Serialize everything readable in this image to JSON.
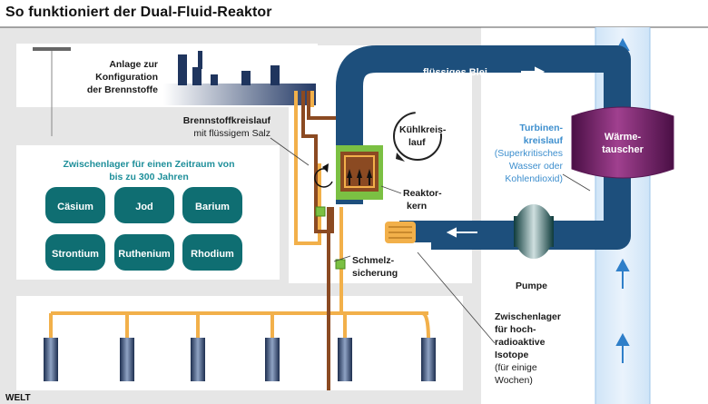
{
  "title": "So funktioniert der Dual-Fluid-Reaktor",
  "labels": {
    "anlage": [
      "Anlage zur",
      "Konfiguration",
      "der Brennstoffe"
    ],
    "brennstoffkreislauf": "Brennstoffkreislauf",
    "mit_salz": "mit flüssigem Salz",
    "zwischenlager_zeit": [
      "Zwischenlager für einen Zeitraum von",
      "bis zu 300 Jahren"
    ],
    "fluessiges_blei": "flüssiges Blei",
    "kuehlkreislauf": [
      "Kühlkreis-",
      "lauf"
    ],
    "turbinenkreislauf": [
      "Turbinen-",
      "kreislauf"
    ],
    "turbinen_detail": [
      "(Superkritisches",
      "Wasser oder",
      "Kohlendioxid)"
    ],
    "waermetauscher": [
      "Wärme-",
      "tauscher"
    ],
    "reaktorkern": [
      "Reaktor-",
      "kern"
    ],
    "schmelzsicherung": [
      "Schmelz-",
      "sicherung"
    ],
    "pumpe": "Pumpe",
    "zwischenlager_hoch": [
      "Zwischenlager",
      "für hoch-",
      "radioaktive",
      "Isotope"
    ],
    "zwischenlager_hoch_detail": [
      "(für einige",
      "Wochen)"
    ]
  },
  "isotopes": [
    "Cäsium",
    "Jod",
    "Barium",
    "Strontium",
    "Ruthenium",
    "Rhodium"
  ],
  "logo": "WELT",
  "colors": {
    "lead_pipe": "#1d4f7c",
    "isotope_pill": "#0f6e72",
    "teal_text": "#1e8f9a",
    "turbine_text": "#3e8fce",
    "heat_exchanger": "#7d2a6d",
    "salt_line": "#f2b04a",
    "fuel_line": "#8b4a22",
    "reactor_core": "#7bc043",
    "panel_gray": "#e6e6e6"
  }
}
